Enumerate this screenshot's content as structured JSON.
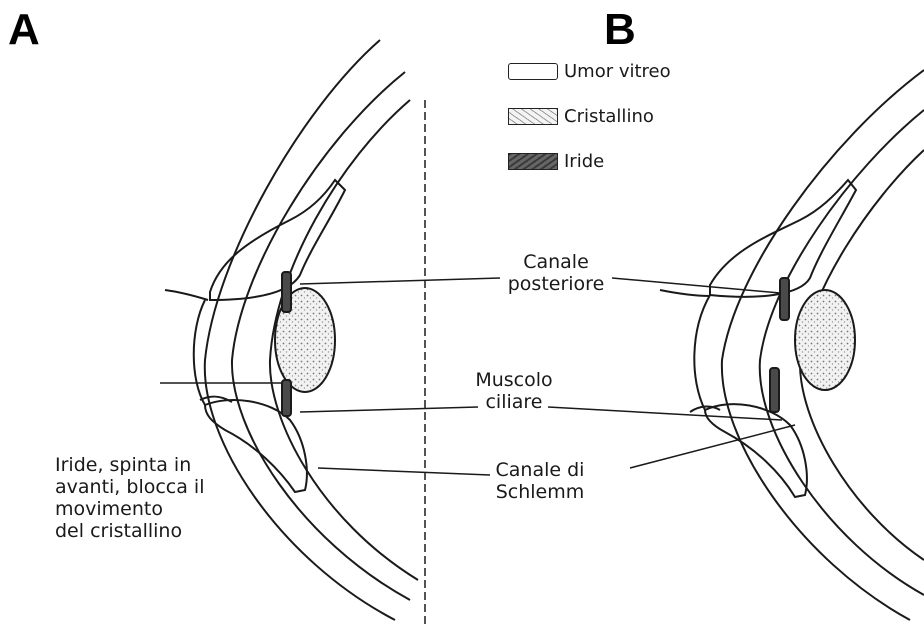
{
  "panels": {
    "a": "A",
    "b": "B"
  },
  "legend": [
    {
      "label": "Umor vitreo",
      "swatch": "vitreo"
    },
    {
      "label": "Cristallino",
      "swatch": "cristallino"
    },
    {
      "label": "Iride",
      "swatch": "iride"
    }
  ],
  "labels": {
    "canale_posteriore": [
      "Canale",
      "posteriore"
    ],
    "muscolo_ciliare": [
      "Muscolo",
      "ciliare"
    ],
    "canale_schlemm": [
      "Canale di",
      "Schlemm"
    ],
    "iride_note": [
      "Iride, spinta in",
      "avanti, blocca il",
      "movimento",
      "del cristallino"
    ]
  },
  "colors": {
    "ink": "#1a1a1a",
    "iris": "#4a4a4a",
    "lens_fill": "#e6e6e6"
  }
}
